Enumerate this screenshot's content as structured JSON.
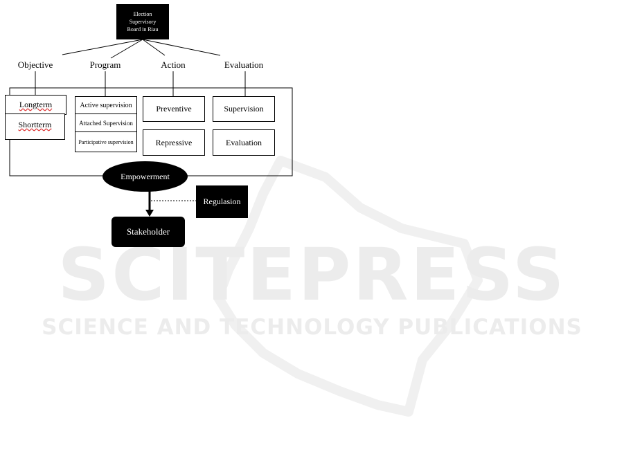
{
  "watermark": {
    "title": "SCITEPRESS",
    "subtitle": "SCIENCE AND TECHNOLOGY PUBLICATIONS"
  },
  "diagram": {
    "root": {
      "line1": "Election",
      "line2": "Supervisory",
      "line3": "Board in Riau"
    },
    "branches": {
      "objective": "Objective",
      "program": "Program",
      "action": "Action",
      "evaluation": "Evaluation"
    },
    "objective_items": [
      "Longterm",
      "Shortterm"
    ],
    "program_items": [
      "Active supervision",
      "Attached Supervision",
      "Participative supervision"
    ],
    "action_items": [
      "Preventive",
      "Repressive"
    ],
    "evaluation_items": [
      "Supervision",
      "Evaluation"
    ],
    "empowerment": "Empowerment",
    "regulasion": "Regulasion",
    "stakeholder": "Stakeholder"
  }
}
